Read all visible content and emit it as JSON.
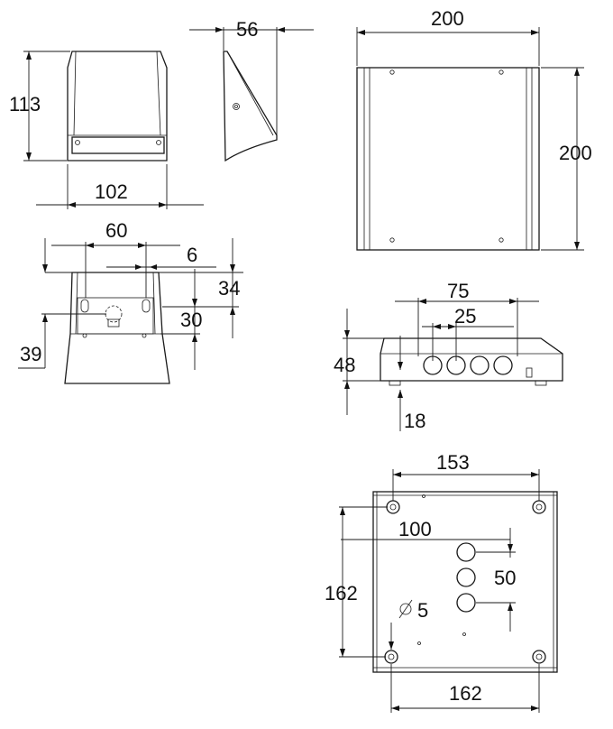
{
  "dims": {
    "top_left_height": "113",
    "top_left_width": "102",
    "side_depth": "56",
    "front_width": "200",
    "front_height": "200",
    "bracket_width": "60",
    "bracket_slot": "6",
    "bracket_h34": "34",
    "bracket_h30": "30",
    "bracket_h39": "39",
    "bottom_75": "75",
    "bottom_25": "25",
    "bottom_48": "48",
    "bottom_18": "18",
    "back_153": "153",
    "back_100": "100",
    "back_162_v": "162",
    "back_50": "50",
    "back_hole": "5",
    "back_162_h": "162"
  }
}
